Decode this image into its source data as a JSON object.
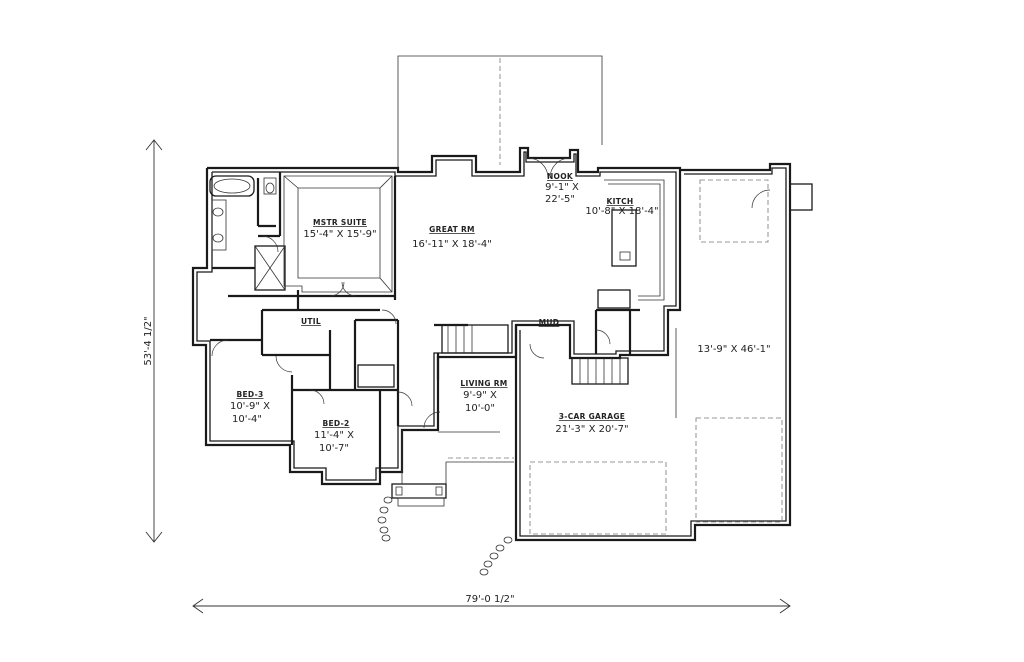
{
  "plan": {
    "overall_width": "79'-0 1/2\"",
    "overall_depth": "53'-4 1/2\"",
    "rooms": {
      "mstr_suite": {
        "name": "MSTR SUITE",
        "line1": "15'-4\" X 15'-9\""
      },
      "great_rm": {
        "name": "GREAT RM",
        "line1": "16'-11\" X 18'-4\""
      },
      "nook": {
        "name": "NOOK",
        "line1": "9'-1\" X",
        "line2": "22'-5\""
      },
      "kitch": {
        "name": "KITCH",
        "line1": "10'-8\" X 18'-4\""
      },
      "util": {
        "name": "UTIL"
      },
      "mud": {
        "name": "MUD"
      },
      "bed3": {
        "name": "BED-3",
        "line1": "10'-9\" X",
        "line2": "10'-4\""
      },
      "bed2": {
        "name": "BED-2",
        "line1": "11'-4\" X",
        "line2": "10'-7\""
      },
      "living_rm": {
        "name": "LIVING RM",
        "line1": "9'-9\" X",
        "line2": "10'-0\""
      },
      "garage": {
        "name": "3-CAR GARAGE",
        "line1": "21'-3\" X 20'-7\""
      },
      "rv_bay": {
        "line1": "13'-9\" X 46'-1\""
      }
    }
  }
}
